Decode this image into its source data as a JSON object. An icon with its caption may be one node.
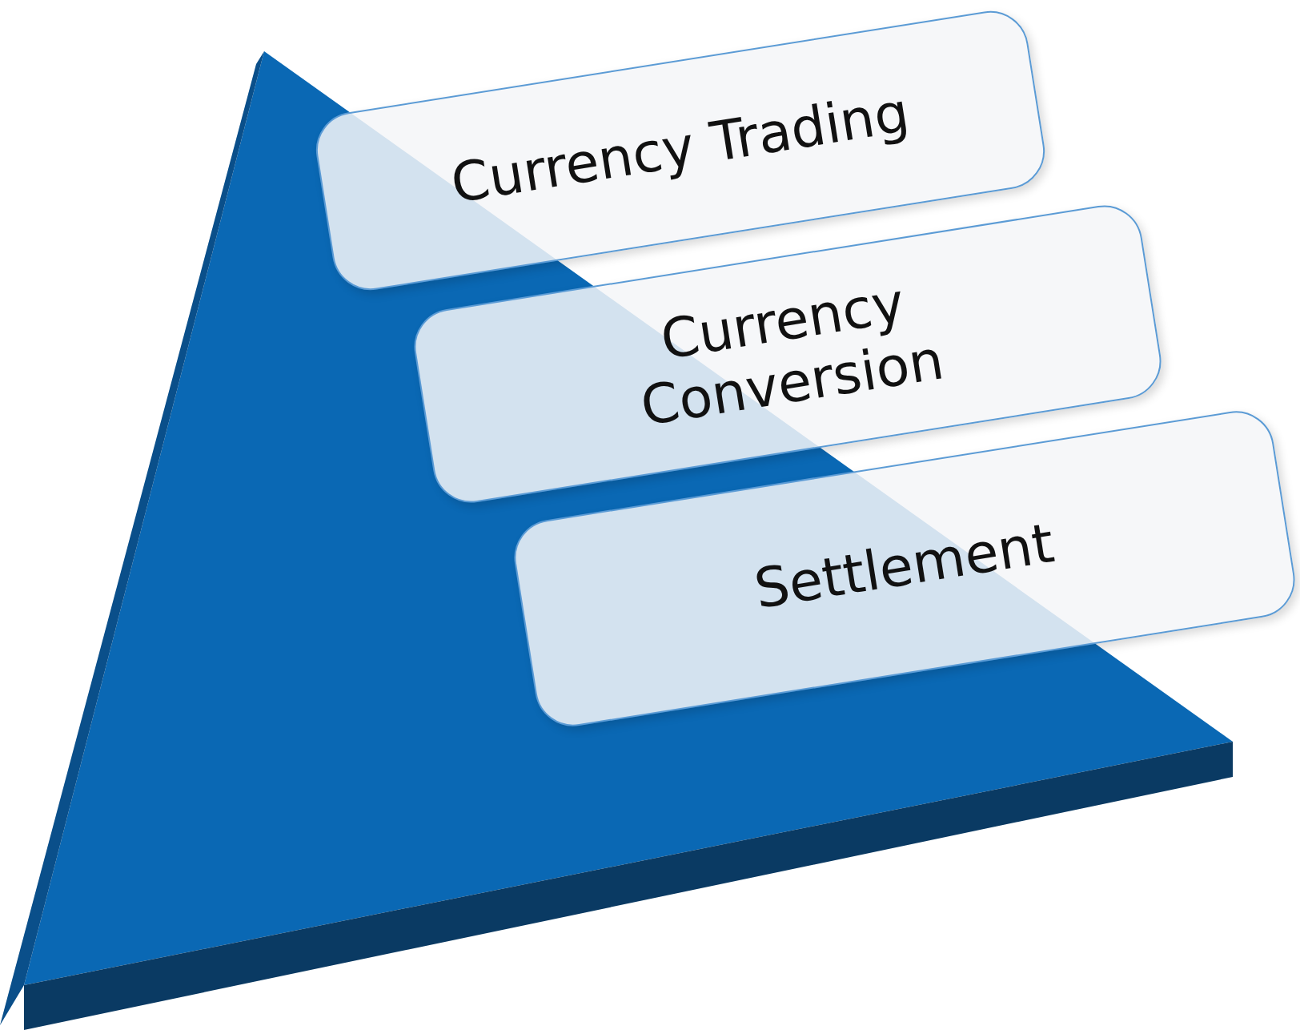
{
  "diagram": {
    "nodes": [
      {
        "text": [
          "Currency Trading"
        ]
      },
      {
        "text": [
          "Currency Conversion"
        ]
      },
      {
        "text": [
          "Settlement"
        ]
      }
    ]
  }
}
